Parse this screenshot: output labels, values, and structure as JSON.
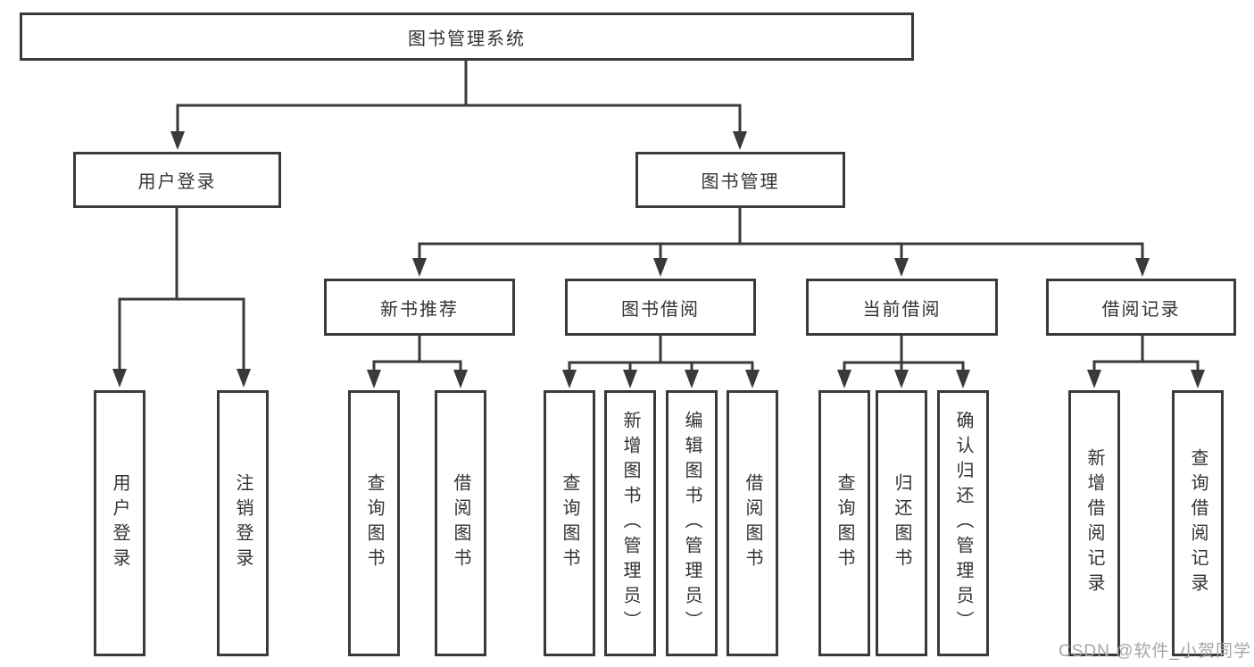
{
  "colors": {
    "line": "#3a3a3a",
    "text": "#333333",
    "watermark": "#a6a6a6",
    "background": "#ffffff"
  },
  "tree": {
    "root": {
      "label": "图书管理系统"
    },
    "level2": [
      {
        "label": "用户登录",
        "children": [
          {
            "label": "用户登录"
          },
          {
            "label": "注销登录"
          }
        ]
      },
      {
        "label": "图书管理",
        "children": [
          {
            "label": "新书推荐",
            "children": [
              {
                "label": "查询图书"
              },
              {
                "label": "借阅图书"
              }
            ]
          },
          {
            "label": "图书借阅",
            "children": [
              {
                "label": "查询图书"
              },
              {
                "label": "新增图书（管理员）"
              },
              {
                "label": "编辑图书（管理员）"
              },
              {
                "label": "借阅图书"
              }
            ]
          },
          {
            "label": "当前借阅",
            "children": [
              {
                "label": "查询图书"
              },
              {
                "label": "归还图书"
              },
              {
                "label": "确认归还（管理员）"
              }
            ]
          },
          {
            "label": "借阅记录",
            "children": [
              {
                "label": "新增借阅记录"
              },
              {
                "label": "查询借阅记录"
              }
            ]
          }
        ]
      }
    ]
  },
  "watermark": {
    "text": "CSDN @软件_小贺同学"
  }
}
